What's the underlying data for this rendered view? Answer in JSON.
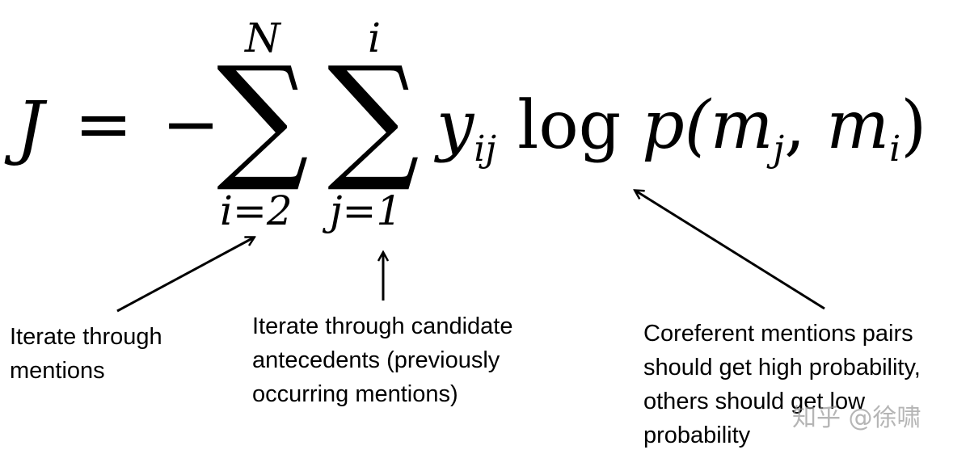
{
  "equation": {
    "lhs": "J",
    "equals": "=",
    "minus": "−",
    "sum1": {
      "symbol": "∑",
      "upper": "N",
      "lower": "i=2"
    },
    "sum2": {
      "symbol": "∑",
      "upper": "i",
      "lower": "j=1"
    },
    "term": {
      "y": "y",
      "y_sub": "ij",
      "log": "log",
      "p": "p(",
      "m1": "m",
      "m1_sub": "j",
      "comma": ", ",
      "m2": "m",
      "m2_sub": "i",
      "close": ")"
    }
  },
  "annotations": [
    {
      "id": "outer-sum",
      "text": "Iterate through\nmentions"
    },
    {
      "id": "inner-sum",
      "text": "Iterate through candidate\nantecedents (previously\noccurring mentions)"
    },
    {
      "id": "probability",
      "text": "Coreferent mentions pairs\nshould get high probability,\nothers should get low\nprobability"
    }
  ],
  "watermark": "知乎 @徐啸"
}
